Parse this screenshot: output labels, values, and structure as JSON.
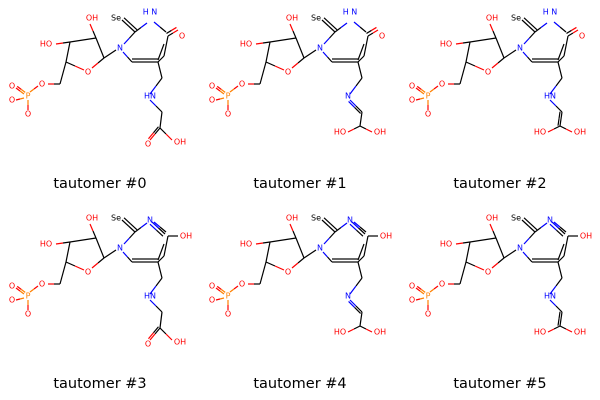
{
  "colors": {
    "bond": "#000000",
    "N": "#0000FF",
    "O": "#FF0000",
    "P": "#FF8000",
    "Se": "#000000"
  },
  "tautomers": [
    {
      "caption": "tautomer #0",
      "ring_form": "keto",
      "linker": "amine",
      "tail": "carboxylic-acid",
      "labels": {
        "se": "Se",
        "nh": "H N",
        "amine": "HN",
        "oh_c": "OH",
        "o_c": "O",
        "oh_sugar2": "HO",
        "oh_sugar3": "HO"
      }
    },
    {
      "caption": "tautomer #1",
      "ring_form": "keto",
      "linker": "imine",
      "tail": "diol",
      "labels": {
        "se": "Se",
        "nh": "H N",
        "amine": "N",
        "oh_c": "OH",
        "o_c": "HO",
        "oh_sugar2": "HO",
        "oh_sugar3": "HO"
      }
    },
    {
      "caption": "tautomer #2",
      "ring_form": "keto",
      "linker": "amine",
      "tail": "enediol",
      "labels": {
        "se": "Se",
        "nh": "H N",
        "amine": "HN",
        "oh_c": "OH",
        "o_c": "HO",
        "oh_sugar2": "HO",
        "oh_sugar3": "HO"
      }
    },
    {
      "caption": "tautomer #3",
      "ring_form": "enol",
      "linker": "amine",
      "tail": "carboxylic-acid",
      "labels": {
        "se": "Se",
        "nh": "N",
        "amine": "HN",
        "oh_c": "OH",
        "o_c": "O",
        "oh_sugar2": "HO",
        "oh_sugar3": "HO"
      }
    },
    {
      "caption": "tautomer #4",
      "ring_form": "enol",
      "linker": "imine",
      "tail": "diol",
      "labels": {
        "se": "Se",
        "nh": "N",
        "amine": "N",
        "oh_c": "OH",
        "o_c": "HO",
        "oh_sugar2": "HO",
        "oh_sugar3": "HO"
      }
    },
    {
      "caption": "tautomer #5",
      "ring_form": "enol",
      "linker": "amine",
      "tail": "enediol",
      "labels": {
        "se": "Se",
        "nh": "N",
        "amine": "HN",
        "oh_c": "OH",
        "o_c": "HO",
        "oh_sugar2": "HO",
        "oh_sugar3": "HO"
      }
    }
  ],
  "common_labels": {
    "ring_o": "O",
    "n1": "N",
    "o_link": "O",
    "p": "P",
    "o_p1": "O",
    "o_p2": "O",
    "o_p3": "O",
    "ho2": "HO",
    "oh3": "HO",
    "sugar_oh_top": "OH",
    "carbonyl_o": "O"
  }
}
